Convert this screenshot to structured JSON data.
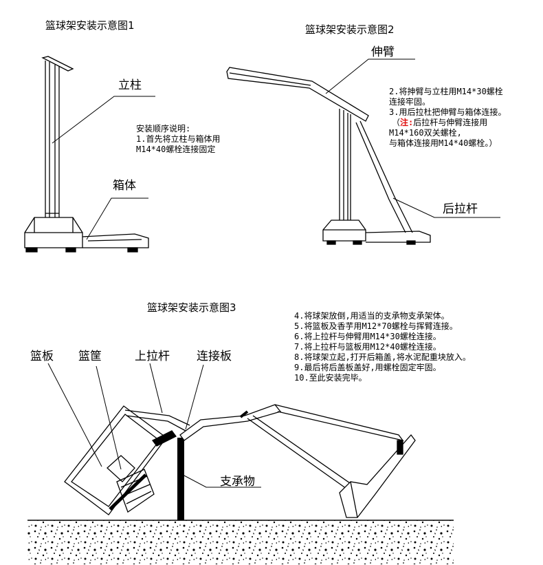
{
  "figure1": {
    "title": "篮球架安装示意图1",
    "label_pole": "立柱",
    "label_box": "箱体",
    "notes": [
      "安装顺序说明:",
      "1.首先将立柱与箱体用",
      "M14*40螺栓连接固定"
    ]
  },
  "figure2": {
    "title": "篮球架安装示意图2",
    "label_arm": "伸臂",
    "label_rear_rod": "后拉杆",
    "notes": [
      "2.将抻臂与立柱用M14*30螺栓",
      "连接牢固。",
      "3.用后拉杜把伸臂与箱体连接。"
    ],
    "note_prefix": "（",
    "note_red": "注:",
    "note_cont": "后拉杆与伸臂连接用",
    "notes_tail": [
      "M14*160双关螺栓,",
      "与箱体连接用M14*40螺栓。）"
    ]
  },
  "figure3": {
    "title": "篮球架安装示意图3",
    "label_backboard": "篮板",
    "label_basket": "篮筐",
    "label_upper_rod": "上拉杆",
    "label_plate": "连接板",
    "label_support": "支承物",
    "notes": [
      "4.将球架放倒,用适当的支承物支承架体。",
      "5.将篮板及香芋用M12*70螺栓与挥臂连接。",
      "6.将上拉杆与伸臂用M14*30螺栓连接。",
      "7.将上拉杆与篮板用M12*40螺栓连接。",
      "8.将球架立起,打开后箱盖,将水泥配重块放入。",
      "9.最后将后盖板盖好,用螺栓固定牢固。",
      "10.至此安装完毕。"
    ]
  },
  "colors": {
    "line": "#000000",
    "note_highlight": "#e01010"
  }
}
